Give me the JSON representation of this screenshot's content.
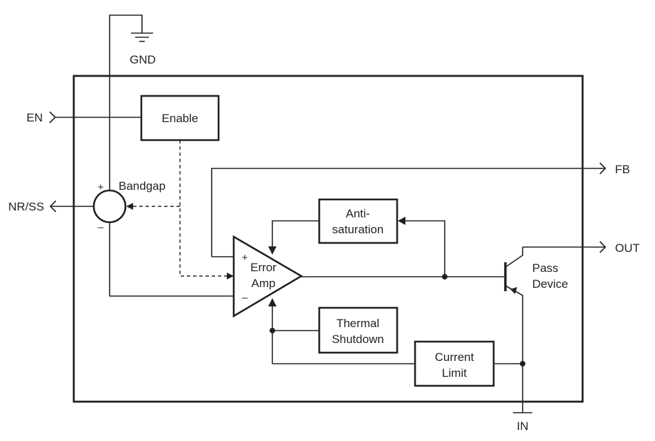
{
  "pins": {
    "gnd": "GND",
    "en": "EN",
    "nr_ss": "NR/SS",
    "fb": "FB",
    "out": "OUT",
    "in": "IN"
  },
  "blocks": {
    "enable": "Enable",
    "bandgap": "Bandgap",
    "anti_saturation": [
      "Anti-",
      "saturation"
    ],
    "error_amp": [
      "Error",
      "Amp"
    ],
    "thermal_shutdown": [
      "Thermal",
      "Shutdown"
    ],
    "current_limit": [
      "Current",
      "Limit"
    ],
    "pass_device": [
      "Pass",
      "Device"
    ]
  },
  "polarity": {
    "plus": "+",
    "minus": "–"
  }
}
